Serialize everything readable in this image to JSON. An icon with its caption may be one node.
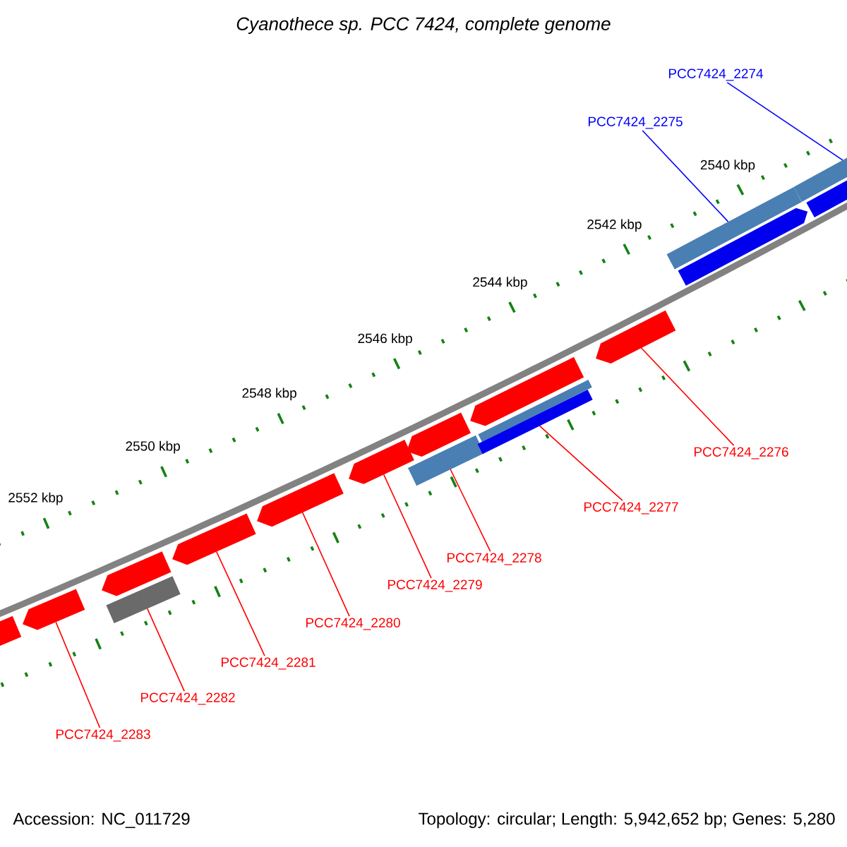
{
  "diagram": {
    "title": "Cyanothece sp. PCC 7424, complete genome",
    "nodes": [
      {
        "text": [
          "PCC7424_2274"
        ]
      },
      {
        "text": [
          "PCC7424_2275"
        ]
      },
      {
        "text": [
          "PCC7424_2276"
        ]
      },
      {
        "text": [
          "PCC7424_2277"
        ]
      },
      {
        "text": [
          "PCC7424_2278"
        ]
      },
      {
        "text": [
          "PCC7424_2279"
        ]
      },
      {
        "text": [
          "PCC7424_2280"
        ]
      },
      {
        "text": [
          "PCC7424_2281"
        ]
      },
      {
        "text": [
          "PCC7424_2282"
        ]
      },
      {
        "text": [
          "PCC7424_2283"
        ]
      },
      {
        "text": [],
        "shape": "arrow"
      },
      {
        "text": [],
        "shape": "arrow"
      },
      {
        "text": [],
        "shape": "arrow"
      },
      {
        "text": [],
        "shape": "bar"
      },
      {
        "text": [],
        "shape": "arrow"
      },
      {
        "text": [],
        "shape": "arrow"
      },
      {
        "text": [],
        "shape": "arrow"
      },
      {
        "text": [],
        "shape": "arrow"
      },
      {
        "text": [],
        "shape": "bar"
      },
      {
        "text": [],
        "shape": "arrow"
      },
      {
        "text": [],
        "shape": "bar"
      },
      {
        "text": [],
        "shape": "bar"
      },
      {
        "text": [],
        "shape": "arrow"
      },
      {
        "text": [],
        "shape": "bar"
      },
      {
        "text": [],
        "shape": "arrow"
      },
      {
        "text": [],
        "shape": "bar"
      },
      {
        "text": [],
        "shape": "bar"
      }
    ],
    "edges": [
      {
        "from": 0,
        "to": 25,
        "arrow": "none",
        "color": "#0000ff"
      },
      {
        "from": 1,
        "to": 23,
        "arrow": "none",
        "color": "#0000ff"
      },
      {
        "from": 2,
        "to": 22,
        "arrow": "none"
      },
      {
        "from": 3,
        "to": 21,
        "arrow": "none"
      },
      {
        "from": 4,
        "to": 18,
        "arrow": "none"
      },
      {
        "from": 5,
        "to": 16,
        "arrow": "none"
      },
      {
        "from": 6,
        "to": 15,
        "arrow": "none"
      },
      {
        "from": 7,
        "to": 14,
        "arrow": "none"
      },
      {
        "from": 8,
        "to": 13,
        "arrow": "none"
      },
      {
        "from": 9,
        "to": 11,
        "arrow": "none"
      }
    ],
    "labels": [
      "2540 kbp",
      "2542 kbp",
      "2544 kbp",
      "2546 kbp",
      "2548 kbp",
      "2550 kbp",
      "2552 kbp",
      "Accession: NC_011729",
      "Topology: circular; Length: 5,942,652 bp; Genes: 5,280"
    ]
  }
}
